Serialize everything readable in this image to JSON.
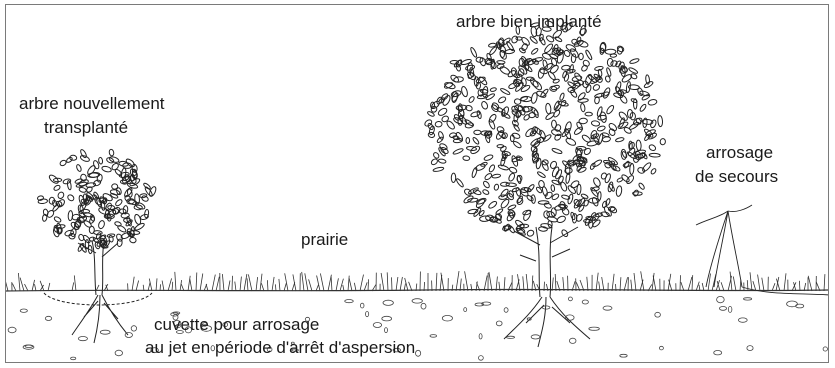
{
  "labels": {
    "young_tree_line1": "arbre nouvellement",
    "young_tree_line2": "transplanté",
    "mature_tree": "arbre bien implanté",
    "meadow": "prairie",
    "emergency_line1": "arrosage",
    "emergency_line2": "de secours",
    "basin_line1": "cuvette pour arrosage",
    "basin_line2": "au jet en période d'arrêt d'aspersion"
  },
  "colors": {
    "ink": "#1a1a1a",
    "frame": "#7a7a7a",
    "background": "#ffffff"
  }
}
